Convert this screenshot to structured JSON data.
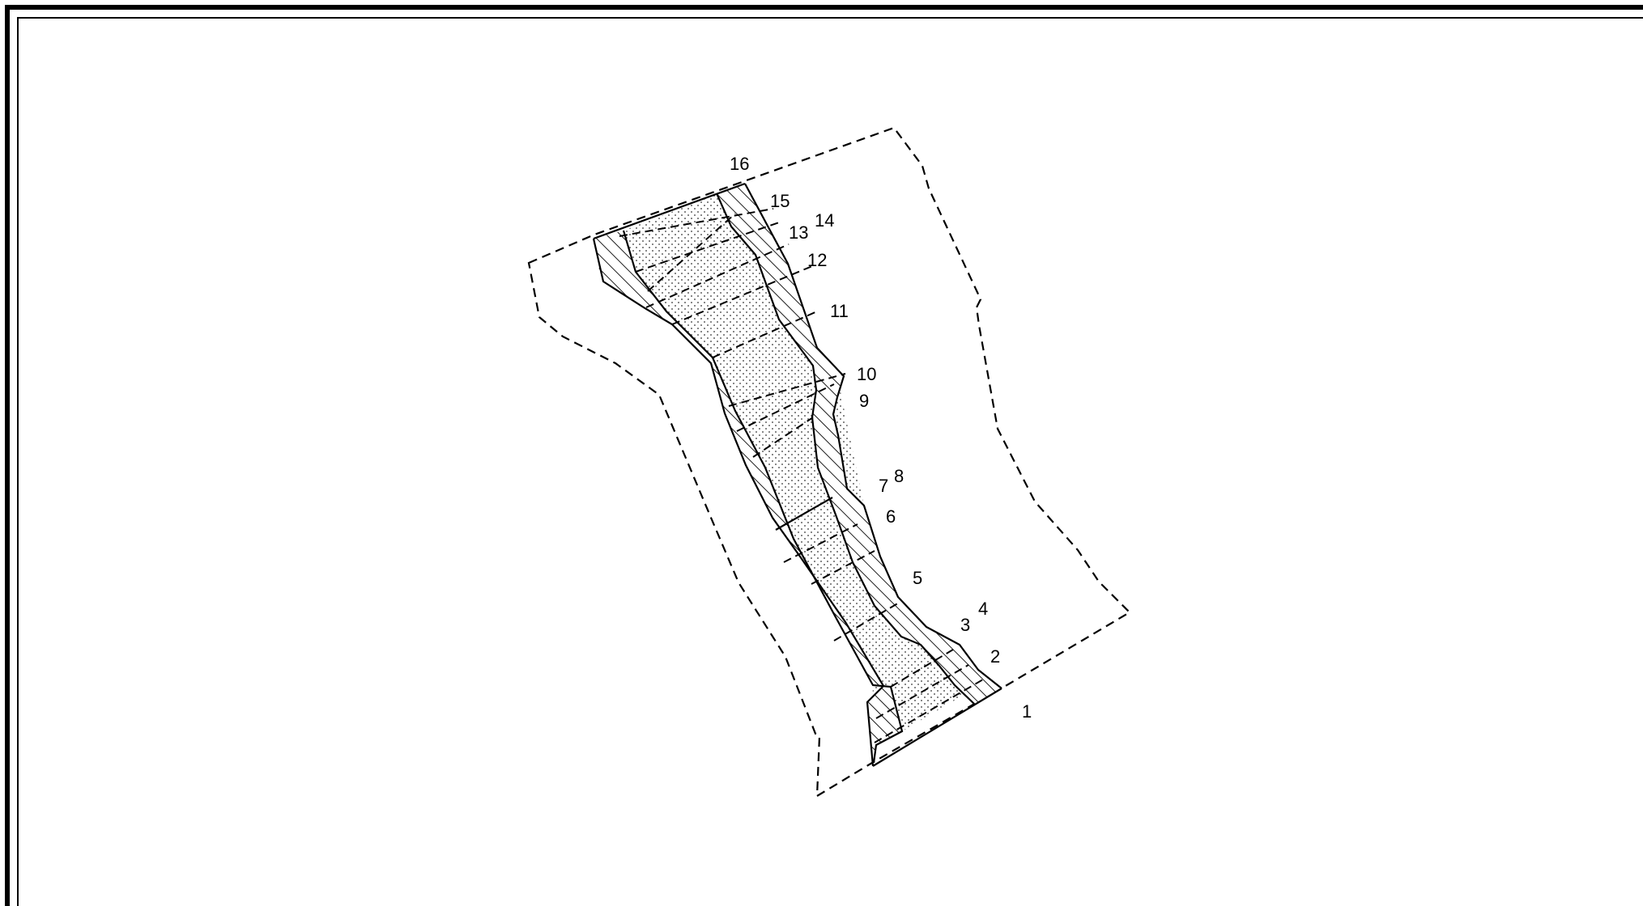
{
  "figure": {
    "station_labels": [
      {
        "id": "s1",
        "text": "1"
      },
      {
        "id": "s2",
        "text": "2"
      },
      {
        "id": "s3",
        "text": "3"
      },
      {
        "id": "s4",
        "text": "4"
      },
      {
        "id": "s5",
        "text": "5"
      },
      {
        "id": "s6",
        "text": "6"
      },
      {
        "id": "s7",
        "text": "7"
      },
      {
        "id": "s8",
        "text": "8"
      },
      {
        "id": "s9",
        "text": "9"
      },
      {
        "id": "s10",
        "text": "10"
      },
      {
        "id": "s11",
        "text": "11"
      },
      {
        "id": "s12",
        "text": "12"
      },
      {
        "id": "s13",
        "text": "13"
      },
      {
        "id": "s14",
        "text": "14"
      },
      {
        "id": "s15",
        "text": "15"
      },
      {
        "id": "s16",
        "text": "16"
      }
    ],
    "colors": {
      "line": "#000000",
      "background": "#ffffff"
    }
  }
}
